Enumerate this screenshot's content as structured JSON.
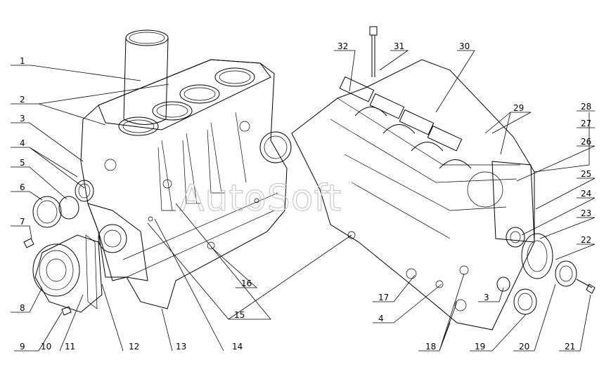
{
  "watermark": "AutoSoft",
  "callouts": [
    "1",
    "2",
    "3",
    "4",
    "5",
    "6",
    "7",
    "8",
    "9",
    "10",
    "11",
    "12",
    "13",
    "14",
    "15",
    "16",
    "17",
    "3",
    "4",
    "18",
    "19",
    "20",
    "21",
    "22",
    "23",
    "24",
    "25",
    "26",
    "27",
    "28",
    "29",
    "30",
    "31",
    "32"
  ]
}
